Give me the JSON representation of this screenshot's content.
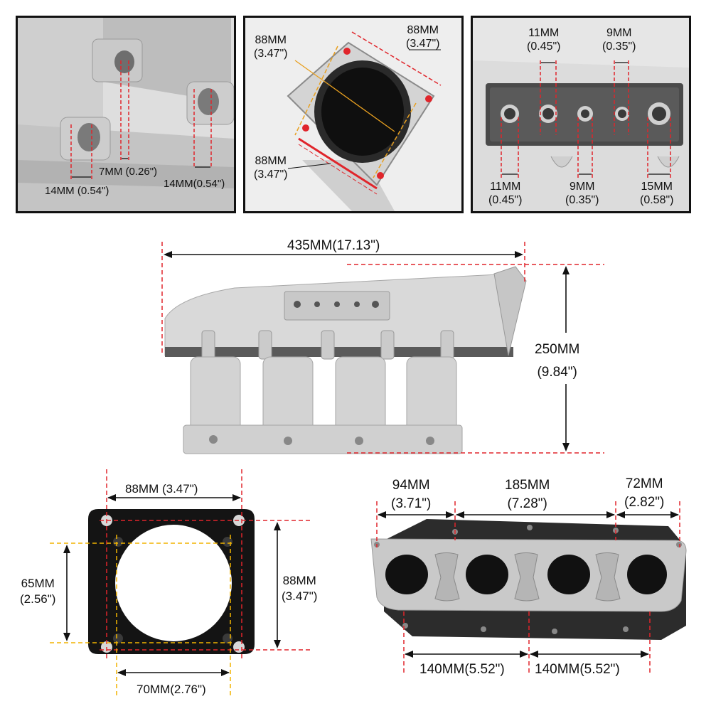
{
  "panel_top_left": {
    "label_7mm": "7MM (0.26\")",
    "label_14mm_left": "14MM (0.54\")",
    "label_14mm_right": "14MM(0.54\")"
  },
  "panel_top_middle": {
    "label_left_a": "88MM",
    "label_left_b": "(3.47\")",
    "label_top_right_a": "88MM",
    "label_top_right_b": "(3.47\")",
    "label_bottom_a": "88MM",
    "label_bottom_b": "(3.47\")"
  },
  "panel_top_right": {
    "top_1_a": "11MM",
    "top_1_b": "(0.45\")",
    "top_2_a": "9MM",
    "top_2_b": "(0.35\")",
    "bot_1_a": "11MM",
    "bot_1_b": "(0.45\")",
    "bot_2_a": "9MM",
    "bot_2_b": "(0.35\")",
    "bot_3_a": "15MM",
    "bot_3_b": "(0.58\")"
  },
  "side_view": {
    "length": "435MM(17.13\")",
    "height_a": "250MM",
    "height_b": "(9.84\")"
  },
  "flange_view": {
    "width_top": "88MM (3.47\")",
    "height_right_a": "88MM",
    "height_right_b": "(3.47\")",
    "height_left_a": "65MM",
    "height_left_b": "(2.56\")",
    "width_bottom": "70MM(2.76\")"
  },
  "runner_view": {
    "top_1_a": "94MM",
    "top_1_b": "(3.71\")",
    "top_2_a": "185MM",
    "top_2_b": "(7.28\")",
    "top_3_a": "72MM",
    "top_3_b": "(2.82\")",
    "bottom_1": "140MM(5.52\")",
    "bottom_2": "140MM(5.52\")"
  },
  "colors": {
    "dim_red": "#e0252b",
    "dim_yellow": "#f2b400",
    "dim_orange": "#e8a020",
    "frame": "#111111",
    "aluminum": "#d6d6d6",
    "gasket": "#141414"
  }
}
